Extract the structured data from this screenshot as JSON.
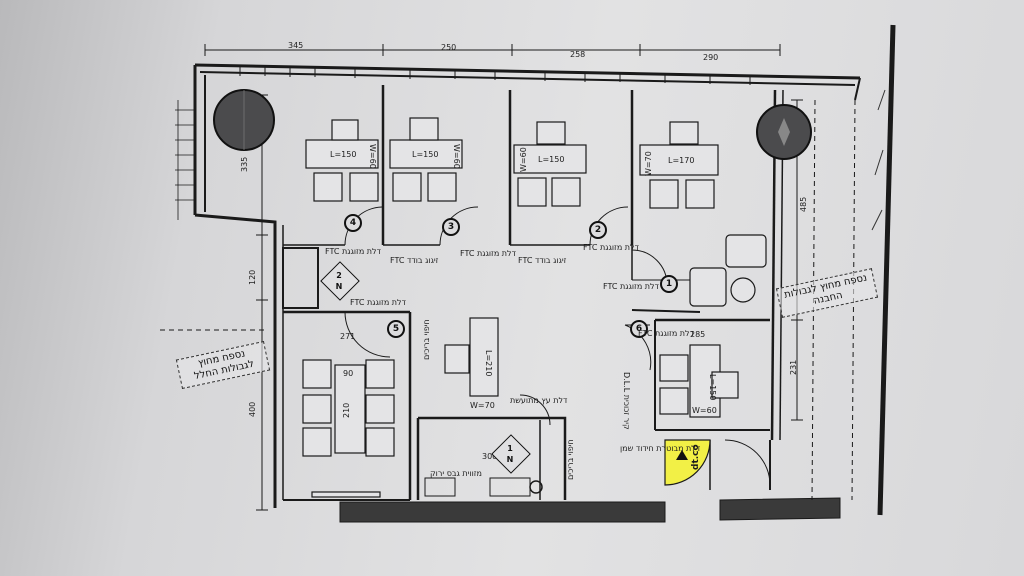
{
  "dimensions": {
    "top": [
      "345",
      "250",
      "258",
      "290"
    ],
    "left_top": "335",
    "left_mid": "120",
    "left_bot": "400",
    "right_top": "485",
    "right_bot": "231",
    "room5_width": "271",
    "room6_width": "285",
    "kitchen_width": "300"
  },
  "desks": {
    "d1": {
      "w": "W=60",
      "l": "L=150"
    },
    "d2": {
      "w": "W=60",
      "l": "L=150"
    },
    "d3": {
      "w": "W=60",
      "l": "L=150"
    },
    "d4": {
      "w": "W=70",
      "l": "L=170"
    },
    "d6": {
      "w": "W=60",
      "l": "L=150"
    },
    "lobby_table": {
      "w": "W=70",
      "l": "L=210"
    },
    "meeting_table": {
      "a": "90",
      "b": "210"
    }
  },
  "rooms": [
    {
      "num": "4"
    },
    {
      "num": "3"
    },
    {
      "num": "2"
    },
    {
      "num": "1"
    },
    {
      "num": "5"
    },
    {
      "num": "6"
    }
  ],
  "door_labels": {
    "r4": "FTC דלת מזוגגת",
    "r3": "FTC דלת מזוגגת",
    "r3_partition": "FTC זיגוג בודד",
    "r2_partition": "FTC זיגוג בודד",
    "r2": "FTC דלת מזוגגת",
    "r1": "FTC דלת מזוגגת",
    "r5": "FTC דלת מזוגגת",
    "r6": "FTC דלת מזוגגת",
    "kitchen": "דלת עץ מתועשת",
    "entrance": "דלת מבוטרת חידוד שמן"
  },
  "misc_labels": {
    "wall_note1": "חיפוי בריכים",
    "wall_note2": "חיפוי בריכים",
    "counter": "מזווית גבס ירוק",
    "glass_note": "D.L.L קיר זכוכית",
    "badge": "dt.co"
  },
  "outside_labels": {
    "left": "נספח מחוץ לגבולות החלל",
    "right": "נספח מחוץ לגבולות החבנה"
  },
  "markers": {
    "m1": {
      "top": "2",
      "bot": "N"
    },
    "m2": {
      "top": "1",
      "bot": "N"
    }
  },
  "colors": {
    "paper": "#dcdcde",
    "ink": "#1a1a1a",
    "badge": "#f2f046"
  }
}
